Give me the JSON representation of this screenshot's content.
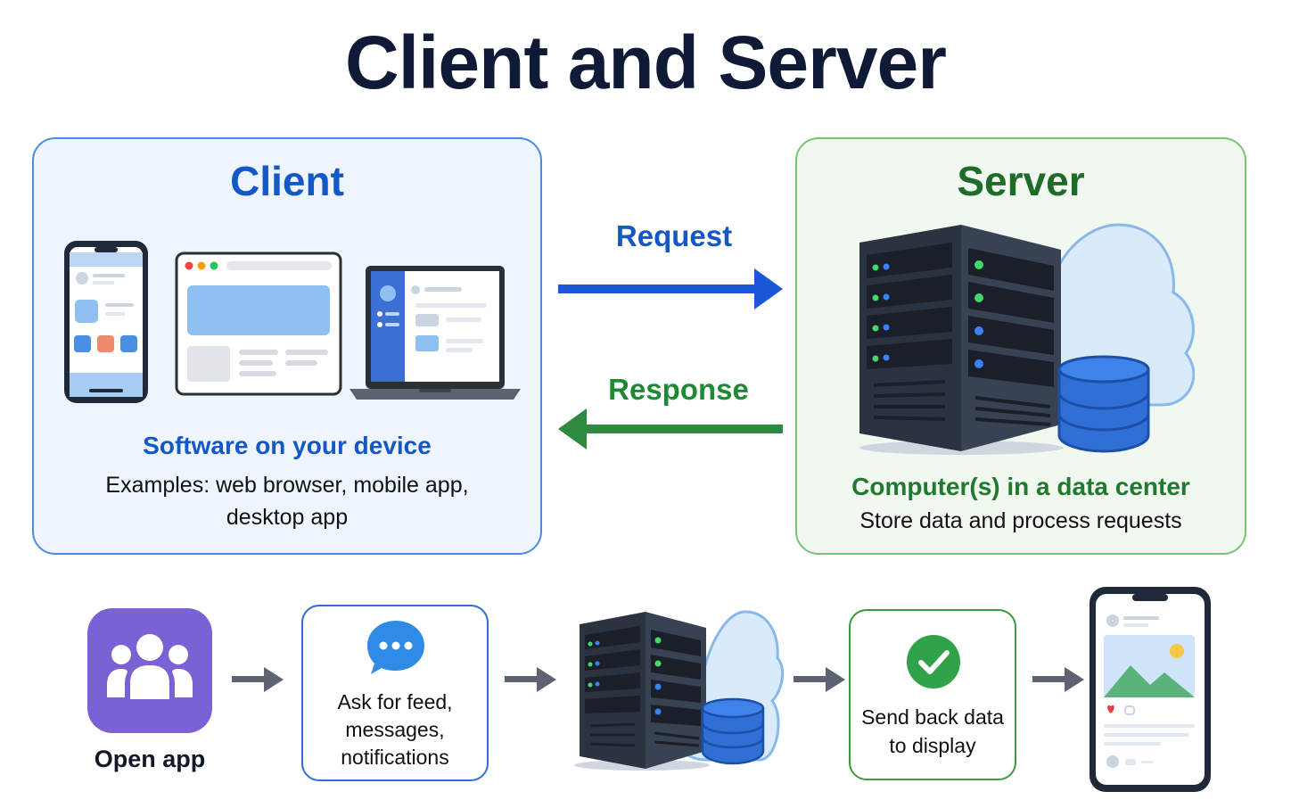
{
  "title": "Client and Server",
  "client": {
    "title": "Client",
    "subtitle": "Software on your device",
    "description_line1": "Examples: web browser, mobile app,",
    "description_line2": "desktop app",
    "color": "#1457c7",
    "devices": [
      "phone-icon",
      "browser-window-icon",
      "laptop-icon"
    ]
  },
  "server": {
    "title": "Server",
    "subtitle": "Computer(s) in a data center",
    "description": "Store data and process requests",
    "color": "#1f6b2a",
    "icons": [
      "server-rack-icon",
      "cloud-icon",
      "database-icon"
    ]
  },
  "arrows": {
    "request_label": "Request",
    "response_label": "Response",
    "request_color": "#1a56d6",
    "response_color": "#2d8a3e"
  },
  "flow": {
    "steps": [
      {
        "label": "Open app",
        "icon": "users-app-icon"
      },
      {
        "label_line1": "Ask for feed,",
        "label_line2": "messages,",
        "label_line3": "notifications",
        "icon": "chat-bubble-icon"
      },
      {
        "icon": "server-rack-icon"
      },
      {
        "label_line1": "Send back data",
        "label_line2": "to display",
        "icon": "check-circle-icon"
      },
      {
        "icon": "phone-feed-icon"
      }
    ],
    "arrow_color": "#5b6470"
  }
}
